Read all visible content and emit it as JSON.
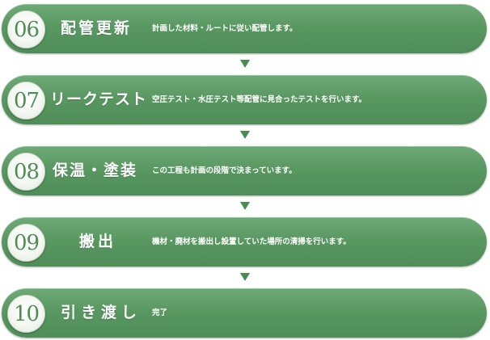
{
  "steps": [
    {
      "number": "06",
      "title": "配管更新",
      "description": "計画した材料・ルートに従い配管します。"
    },
    {
      "number": "07",
      "title": "リークテスト",
      "description": "空圧テスト・水圧テスト等配管に見合ったテストを行います。"
    },
    {
      "number": "08",
      "title": "保温・塗装",
      "description": "この工程も計画の段階で決まっています。"
    },
    {
      "number": "09",
      "title": "搬出",
      "description": "機材・廃材を搬出し設置していた場所の清掃を行います。"
    },
    {
      "number": "10",
      "title": "引き渡し",
      "description": "完了"
    }
  ],
  "colors": {
    "bar": "#5a9862",
    "badge_text": "#4e8c56",
    "arrow": "#4a8a55"
  },
  "icons": {
    "connector": "down-triangle-arrow"
  }
}
